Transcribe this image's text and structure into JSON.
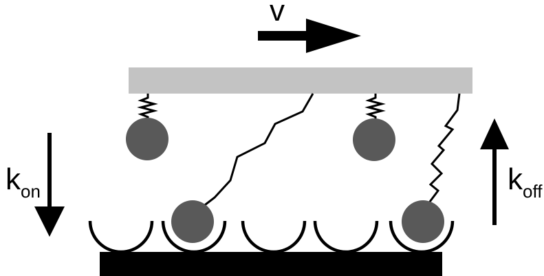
{
  "labels": {
    "velocity": "v",
    "k_on_main": "k",
    "k_on_sub": "on",
    "k_off_main": "k",
    "k_off_sub": "off"
  },
  "colors": {
    "plate": "#c3c3c3",
    "substrate": "#000000",
    "bead": "#595959",
    "line": "#000000"
  }
}
